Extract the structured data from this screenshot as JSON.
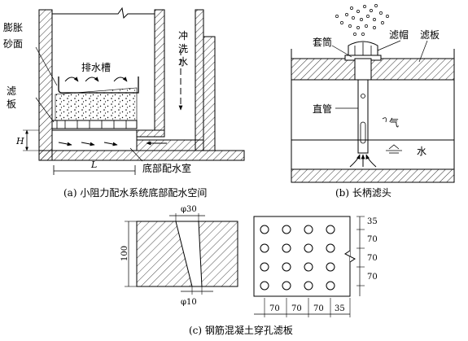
{
  "panel_a": {
    "caption": "(a) 小阻力配水系统底部配水空间",
    "labels": {
      "expansion_sand": [
        "膨胀",
        "砂面"
      ],
      "drain_trough": "排水槽",
      "filter_plate": [
        "滤",
        "板"
      ],
      "flush_water": [
        "冲",
        "洗",
        "水"
      ],
      "bottom_chamber": "底部配水室",
      "H": "H",
      "L": "L"
    }
  },
  "panel_b": {
    "caption": "(b) 长柄滤头",
    "labels": {
      "sleeve": "套筒",
      "filter_cap": "滤帽",
      "filter_plate": "滤板",
      "straight_pipe": "直管",
      "air": "气",
      "water": "水"
    }
  },
  "panel_c": {
    "caption": "(c) 钢筋混凝土穿孔滤板",
    "dims": {
      "top": "φ30",
      "bottom": "φ10",
      "height": "100",
      "side": [
        "35",
        "70",
        "70",
        "70"
      ],
      "bottom_row": [
        "70",
        "70",
        "70",
        "35"
      ]
    }
  }
}
